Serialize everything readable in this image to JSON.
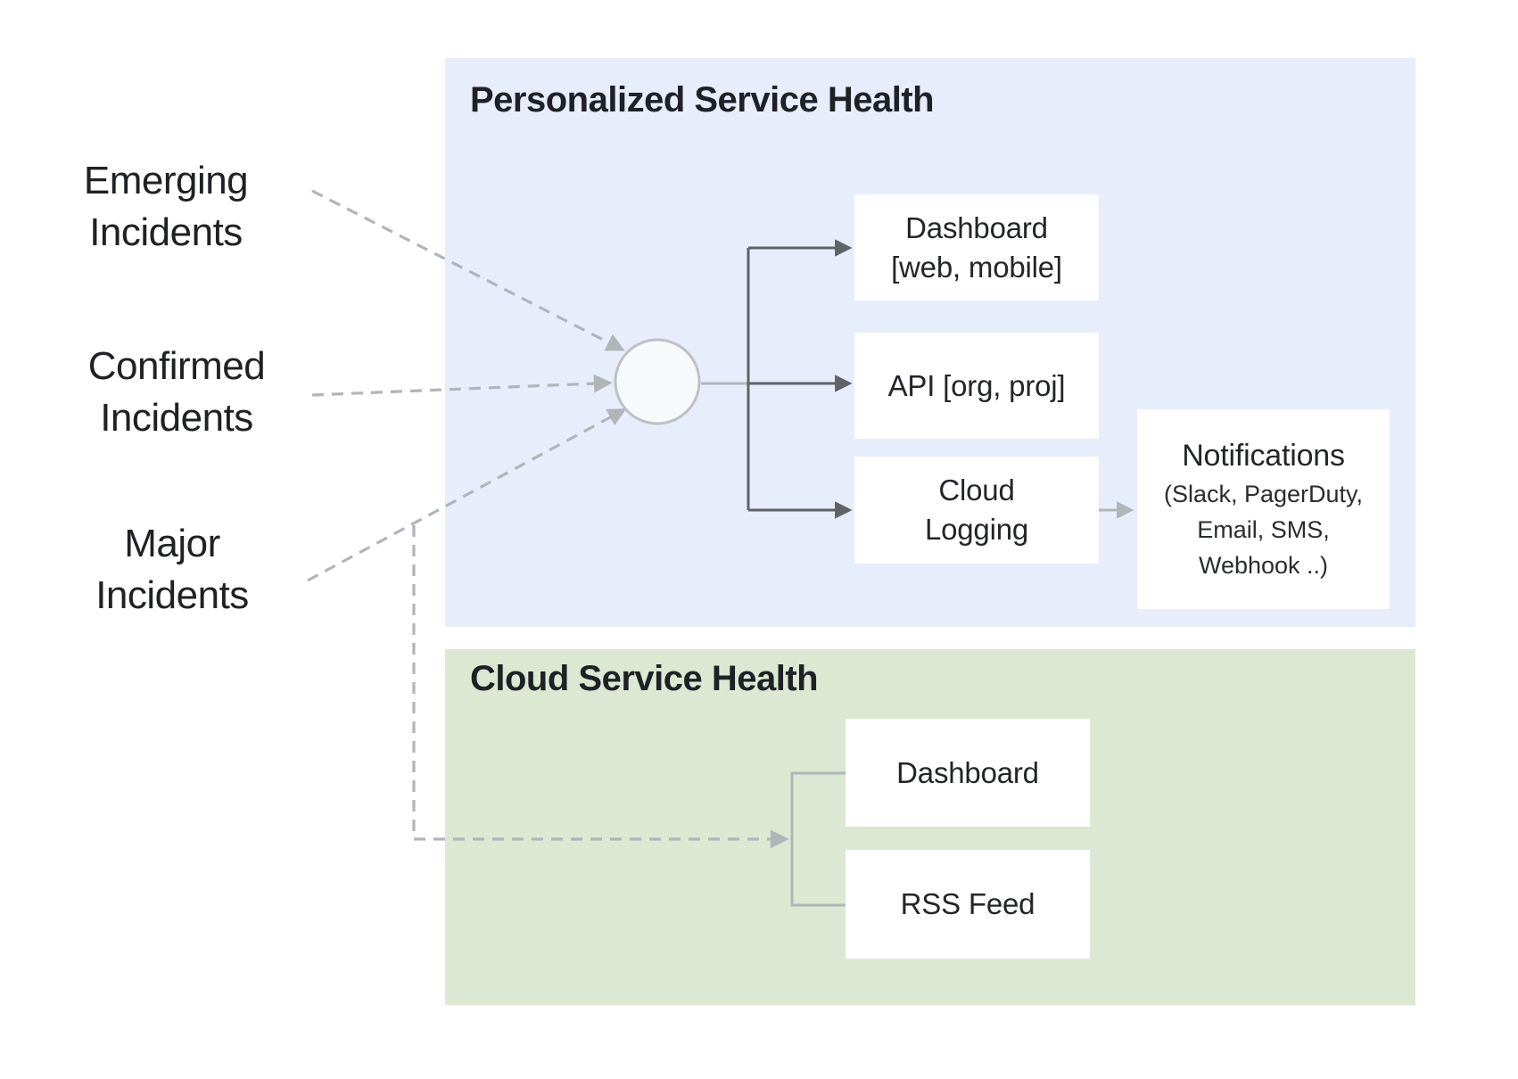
{
  "colors": {
    "personalized_bg": "#e7edfb",
    "cloud_bg": "#dde8d3",
    "dark_line": "#5f6368",
    "light_line": "#b1b5ba",
    "node_border": "#bdc1c6",
    "node_fill": "#f8f9fa",
    "text": "#202124",
    "box_bg": "#ffffff"
  },
  "sources": {
    "emerging": {
      "line1": "Emerging",
      "line2": "Incidents"
    },
    "confirmed": {
      "line1": "Confirmed",
      "line2": "Incidents"
    },
    "major": {
      "line1": "Major",
      "line2": "Incidents"
    }
  },
  "personalized": {
    "title": "Personalized Service Health",
    "dashboard": {
      "line1": "Dashboard",
      "line2": "[web, mobile]"
    },
    "api": {
      "label": "API [org, proj]"
    },
    "cloud_logging": {
      "line1": "Cloud",
      "line2": "Logging"
    },
    "notifications": {
      "title": "Notifications",
      "sub1": "(Slack, PagerDuty,",
      "sub2": "Email, SMS,",
      "sub3": "Webhook ..)"
    }
  },
  "cloud": {
    "title": "Cloud Service Health",
    "dashboard": {
      "label": "Dashboard"
    },
    "rss": {
      "label": "RSS Feed"
    }
  }
}
